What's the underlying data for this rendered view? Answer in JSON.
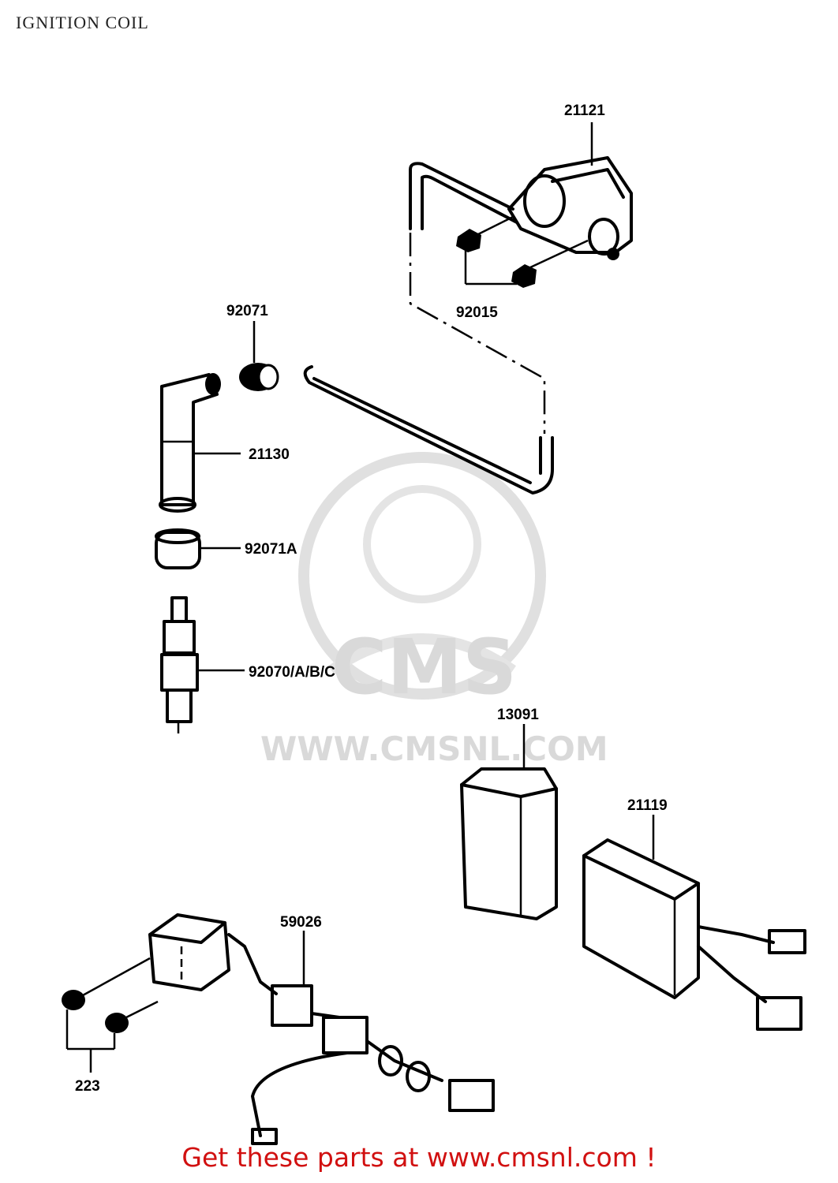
{
  "title": "IGNITION COIL",
  "watermark": {
    "brand": "CMS",
    "url": "WWW.CMSNL.COM"
  },
  "parts": [
    {
      "key": "21121",
      "label": "21121"
    },
    {
      "key": "92015",
      "label": "92015"
    },
    {
      "key": "92071",
      "label": "92071"
    },
    {
      "key": "21130",
      "label": "21130"
    },
    {
      "key": "92071A",
      "label": "92071A"
    },
    {
      "key": "92070",
      "label": "92070/A/B/C"
    },
    {
      "key": "13091",
      "label": "13091"
    },
    {
      "key": "21119",
      "label": "21119"
    },
    {
      "key": "59026",
      "label": "59026"
    },
    {
      "key": "223",
      "label": "223"
    }
  ],
  "footer": "Get these parts at www.cmsnl.com !"
}
